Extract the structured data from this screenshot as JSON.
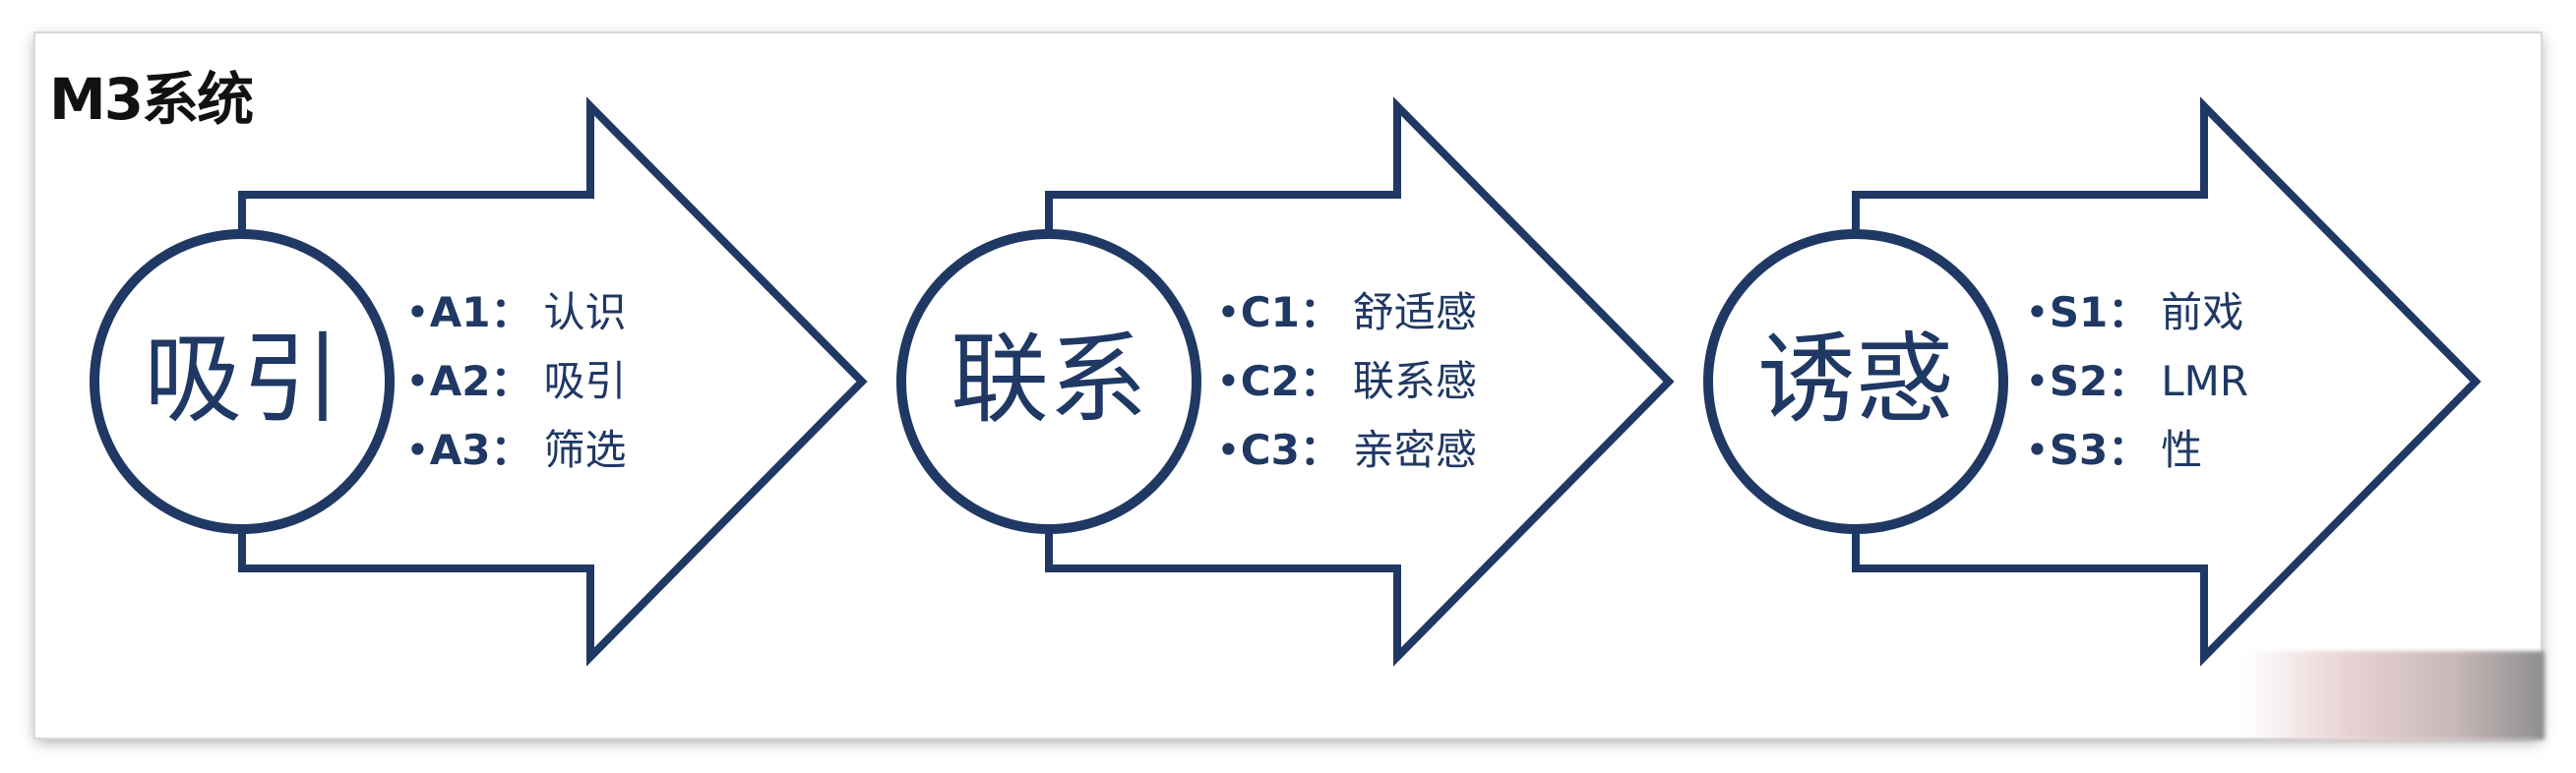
{
  "title": "M3系统",
  "colors": {
    "stroke": "#1f3864",
    "text": "#1f3864"
  },
  "stages": [
    {
      "label": "吸引",
      "bullets": [
        {
          "code": "A1：",
          "text": "认识"
        },
        {
          "code": "A2：",
          "text": "吸引"
        },
        {
          "code": "A3：",
          "text": "筛选"
        }
      ]
    },
    {
      "label": "联系",
      "bullets": [
        {
          "code": "C1：",
          "text": "舒适感"
        },
        {
          "code": "C2：",
          "text": "联系感"
        },
        {
          "code": "C3：",
          "text": "亲密感"
        }
      ]
    },
    {
      "label": "诱惑",
      "bullets": [
        {
          "code": "S1：",
          "text": "前戏"
        },
        {
          "code": "S2：",
          "text": "LMR"
        },
        {
          "code": "S3：",
          "text": "性"
        }
      ]
    }
  ]
}
